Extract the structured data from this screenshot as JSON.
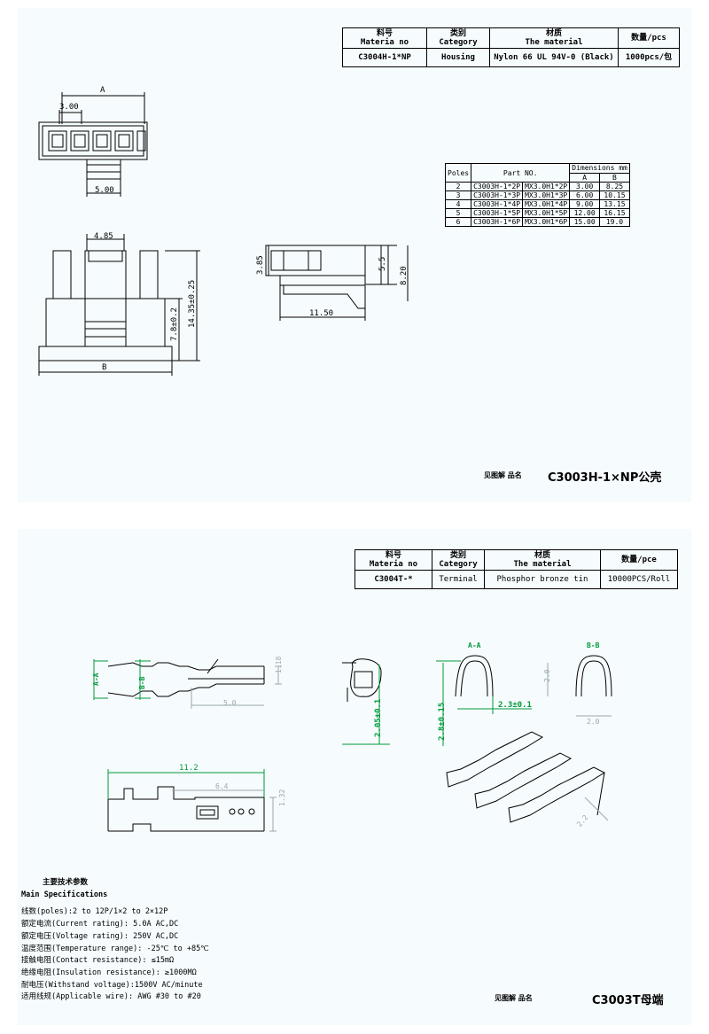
{
  "sheet1": {
    "title_block": {
      "headers": [
        {
          "cn": "料号",
          "en": "Materia no"
        },
        {
          "cn": "类别",
          "en": "Category"
        },
        {
          "cn": "材质",
          "en": "The material"
        },
        {
          "cn": "数量/pcs",
          "en": ""
        }
      ],
      "values": [
        "C3004H-1*NP",
        "Housing",
        "Nylon 66 UL 94V-0 (Black)",
        "1000pcs/包"
      ]
    },
    "dims": {
      "a": "A",
      "p300": "3.00",
      "p500": "5.00",
      "p485": "4.85",
      "p1435": "14.35±0.25",
      "p78": "7.8±0.2",
      "b": "B",
      "p385": "3.85",
      "p55": "5.5",
      "p820": "8.20",
      "p1150": "11.50"
    },
    "table": {
      "h_poles": "Poles",
      "h_part": "Part NO.",
      "h_dim": "Dimensions mm",
      "h_a": "A",
      "h_b": "B",
      "rows": [
        [
          "2",
          "C3003H-1*2P",
          "MX3.0H1*2P",
          "3.00",
          "8.25"
        ],
        [
          "3",
          "C3003H-1*3P",
          "MX3.0H1*3P",
          "6.00",
          "10.15"
        ],
        [
          "4",
          "C3003H-1*4P",
          "MX3.0H1*4P",
          "9.00",
          "13.15"
        ],
        [
          "5",
          "C3003H-1*5P",
          "MX3.0H1*5P",
          "12.00",
          "16.15"
        ],
        [
          "6",
          "C3003H-1*6P",
          "MX3.0H1*6P",
          "15.00",
          "19.0"
        ]
      ]
    },
    "footer": {
      "label": "见图解 品名",
      "name": "C3003H-1×NP公壳"
    }
  },
  "sheet2": {
    "title_block": {
      "headers": [
        {
          "cn": "料号",
          "en": "Materia no"
        },
        {
          "cn": "类别",
          "en": "Category"
        },
        {
          "cn": "材质",
          "en": "The material"
        },
        {
          "cn": "数量/pce",
          "en": ""
        }
      ],
      "values": [
        "C3004T-*",
        "Terminal",
        "Phosphor bronze tin",
        "10000PCS/Roll"
      ]
    },
    "dims": {
      "aa_mark": "A-A",
      "bb_mark": "B-B",
      "p50": "5.0",
      "p118": "1.18",
      "p205": "2.05±0.1",
      "aa": "A-A",
      "bb": "B-B",
      "p20v": "2.0",
      "p20h": "2.0",
      "p28": "2.8±0.15",
      "p23": "2.3±0.1",
      "p112": "11.2",
      "p64": "6.4",
      "p132": "1.32",
      "p22": "2.2"
    },
    "specs": {
      "title_cn": "主要技术参数",
      "title_en": "Main Specifications",
      "lines": [
        "线数(poles):2 to 12P/1×2 to 2×12P",
        "额定电流(Current rating): 5.0A AC,DC",
        "额定电压(Voltage rating): 250V AC,DC",
        "温度范围(Temperature range): -25℃ to +85℃",
        "接触电阻(Contact resistance): ≤15mΩ",
        "绝缘电阻(Insulation resistance): ≥1000MΩ",
        "耐电压(Withstand voltage):1500V AC/minute",
        "适用线规(Applicable wire): AWG #30 to #20"
      ]
    },
    "footer": {
      "label": "见图解 品名",
      "name": "C3003T母端"
    }
  }
}
